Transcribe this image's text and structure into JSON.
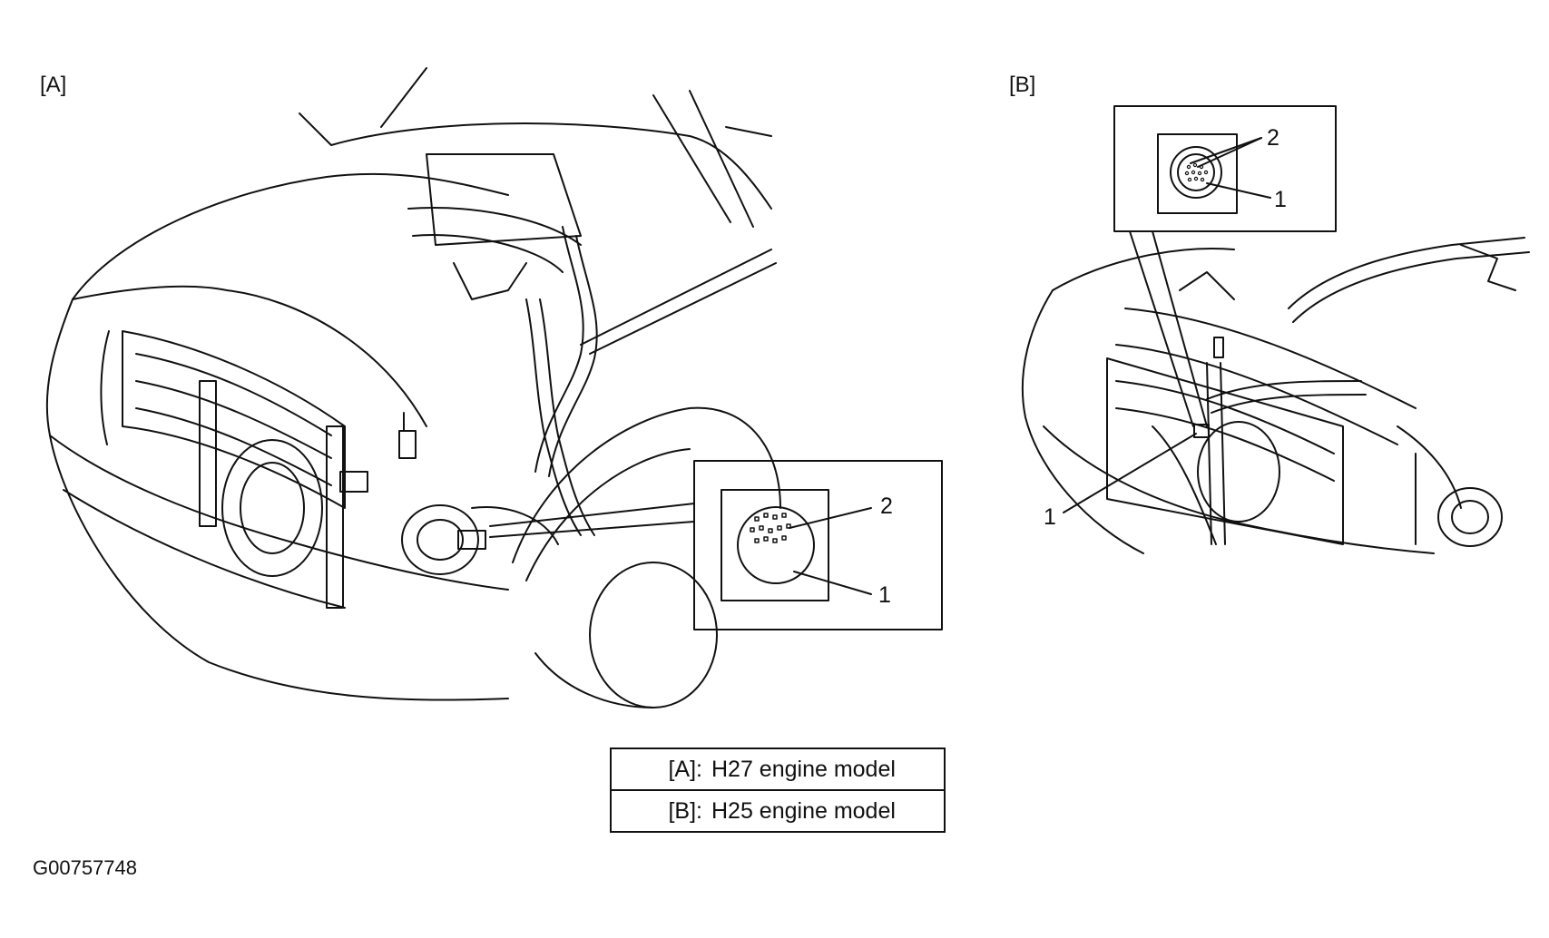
{
  "panels": {
    "a": {
      "label": "[A]",
      "callout_1": "1",
      "callout_2": "2"
    },
    "b": {
      "label": "[B]",
      "callout_1": "1",
      "callout_2": "2",
      "callout_bottom": "1"
    }
  },
  "legend": [
    {
      "key": "[A]:",
      "desc": "H27 engine model"
    },
    {
      "key": "[B]:",
      "desc": "H25 engine model"
    }
  ],
  "figure_id": "G00757748",
  "colors": {
    "line": "#111111",
    "background": "#ffffff"
  }
}
